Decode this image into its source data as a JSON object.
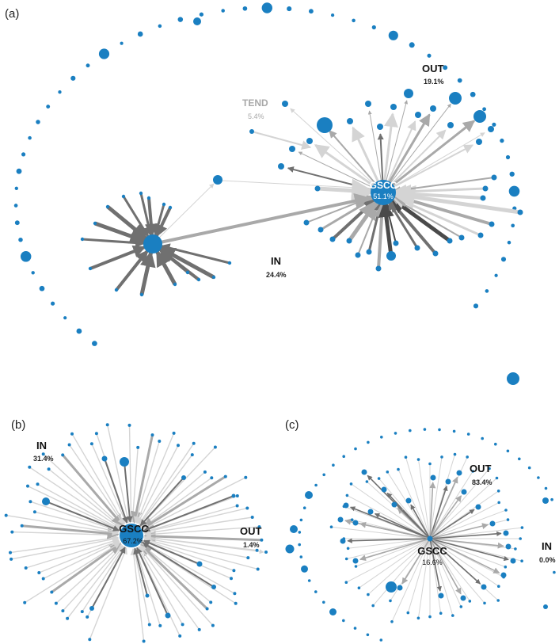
{
  "colors": {
    "node": "#1a7fc1",
    "edge_light": "#d4d4d4",
    "edge_mid": "#a9a9a9",
    "edge_dark": "#707070",
    "edge_darkest": "#4a4a4a",
    "tend_label": "#a8a8a8"
  },
  "panels": [
    {
      "label": "(a)",
      "components": {
        "gscc": {
          "name": "GSCC",
          "pct": "51.1%"
        },
        "out": {
          "name": "OUT",
          "pct": "19.1%"
        },
        "in": {
          "name": "IN",
          "pct": "24.4%"
        },
        "tend": {
          "name": "TEND",
          "pct": "5.4%"
        }
      }
    },
    {
      "label": "(b)",
      "components": {
        "gscc": {
          "name": "GSCC",
          "pct": "67.2%"
        },
        "in": {
          "name": "IN",
          "pct": "31.4%"
        },
        "out": {
          "name": "OUT",
          "pct": "1.4%"
        }
      }
    },
    {
      "label": "(c)",
      "components": {
        "gscc": {
          "name": "GSCC",
          "pct": "16.6%"
        },
        "out": {
          "name": "OUT",
          "pct": "83.4%"
        },
        "in": {
          "name": "IN",
          "pct": "0.0%"
        }
      }
    }
  ]
}
